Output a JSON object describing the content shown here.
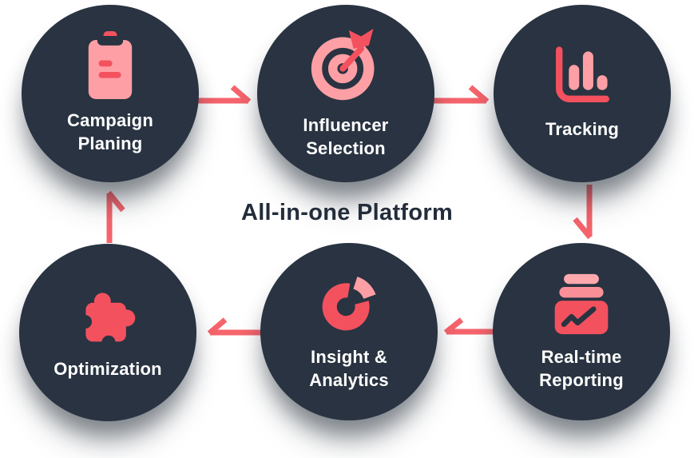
{
  "title": "All-in-one Platform",
  "colors": {
    "bg": "#ffffff",
    "circle": "#293341",
    "label_text": "#ffffff",
    "title_text": "#232d3b",
    "arrow": "#f5646c",
    "icon_red": "#f4515f",
    "icon_pink": "#fe9fa5",
    "icon_pink_mid": "#fb8f98",
    "icon_pink_light": "#ffa9ae"
  },
  "nodes": [
    {
      "id": "campaign-planing",
      "icon": "clipboard-icon",
      "lines": [
        "Campaign",
        "Planing"
      ]
    },
    {
      "id": "influencer-selection",
      "icon": "target-dart-icon",
      "lines": [
        "Influencer",
        "Selection"
      ]
    },
    {
      "id": "tracking",
      "icon": "bar-chart-icon",
      "lines": [
        "Tracking"
      ]
    },
    {
      "id": "real-time-reporting",
      "icon": "report-inbox-icon",
      "lines": [
        "Real-time",
        "Reporting"
      ]
    },
    {
      "id": "insight-analytics",
      "icon": "donut-chart-icon",
      "lines": [
        "Insight &",
        "Analytics"
      ]
    },
    {
      "id": "optimization",
      "icon": "puzzle-icon",
      "lines": [
        "Optimization"
      ]
    }
  ],
  "flow": [
    {
      "from": "campaign-planing",
      "to": "influencer-selection"
    },
    {
      "from": "influencer-selection",
      "to": "tracking"
    },
    {
      "from": "tracking",
      "to": "real-time-reporting"
    },
    {
      "from": "real-time-reporting",
      "to": "insight-analytics"
    },
    {
      "from": "insight-analytics",
      "to": "optimization"
    },
    {
      "from": "optimization",
      "to": "campaign-planing"
    }
  ]
}
